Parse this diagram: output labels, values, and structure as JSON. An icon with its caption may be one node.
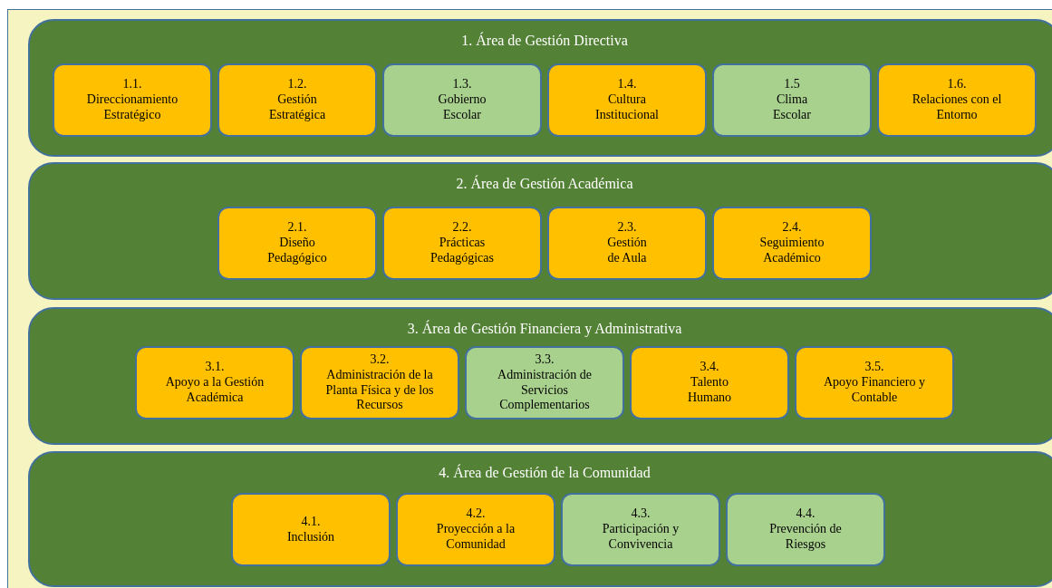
{
  "diagram": {
    "nodes": [
      {
        "text": [
          "1. Área de Gestión Directiva"
        ]
      },
      {
        "text": [
          "1.1.",
          "Direccionamiento Estratégico"
        ],
        "in": 0
      },
      {
        "text": [
          "1.2.",
          "Gestión Estratégica"
        ],
        "in": 0
      },
      {
        "text": [
          "1.3.",
          "Gobierno Escolar"
        ],
        "in": 0
      },
      {
        "text": [
          "1.4.",
          "Cultura Institucional"
        ],
        "in": 0
      },
      {
        "text": [
          "1.5",
          "Clima Escolar"
        ],
        "in": 0
      },
      {
        "text": [
          "1.6.",
          "Relaciones con el Entorno"
        ],
        "in": 0
      },
      {
        "text": [
          "2. Área de Gestión Académica"
        ]
      },
      {
        "text": [
          "2.1.",
          "Diseño Pedagógico"
        ],
        "in": 7
      },
      {
        "text": [
          "2.2.",
          "Prácticas Pedagógicas"
        ],
        "in": 7
      },
      {
        "text": [
          "2.3.",
          "Gestión de Aula"
        ],
        "in": 7
      },
      {
        "text": [
          "2.4.",
          "Seguimiento Académico"
        ],
        "in": 7
      },
      {
        "text": [
          "3. Área de Gestión Financiera y Administrativa"
        ]
      },
      {
        "text": [
          "3.1.",
          "Apoyo a la Gestión Académica"
        ],
        "in": 12
      },
      {
        "text": [
          "3.2.",
          "Administración de la Planta Física y de los Recursos"
        ],
        "in": 12
      },
      {
        "text": [
          "3.3.",
          "Administración de Servicios Complementarios"
        ],
        "in": 12
      },
      {
        "text": [
          "3.4.",
          "Talento Humano"
        ],
        "in": 12
      },
      {
        "text": [
          "3.5.",
          "Apoyo Financiero y Contable"
        ],
        "in": 12
      },
      {
        "text": [
          "4. Área de Gestión de la Comunidad"
        ]
      },
      {
        "text": [
          "4.1.",
          "Inclusión"
        ],
        "in": 18
      },
      {
        "text": [
          "4.2.",
          "Proyección a la Comunidad"
        ],
        "in": 18
      },
      {
        "text": [
          "4.3.",
          "Participación y Convivencia"
        ],
        "in": 18
      },
      {
        "text": [
          "4.4.",
          "Prevención de Riesgos"
        ],
        "in": 18
      }
    ]
  }
}
